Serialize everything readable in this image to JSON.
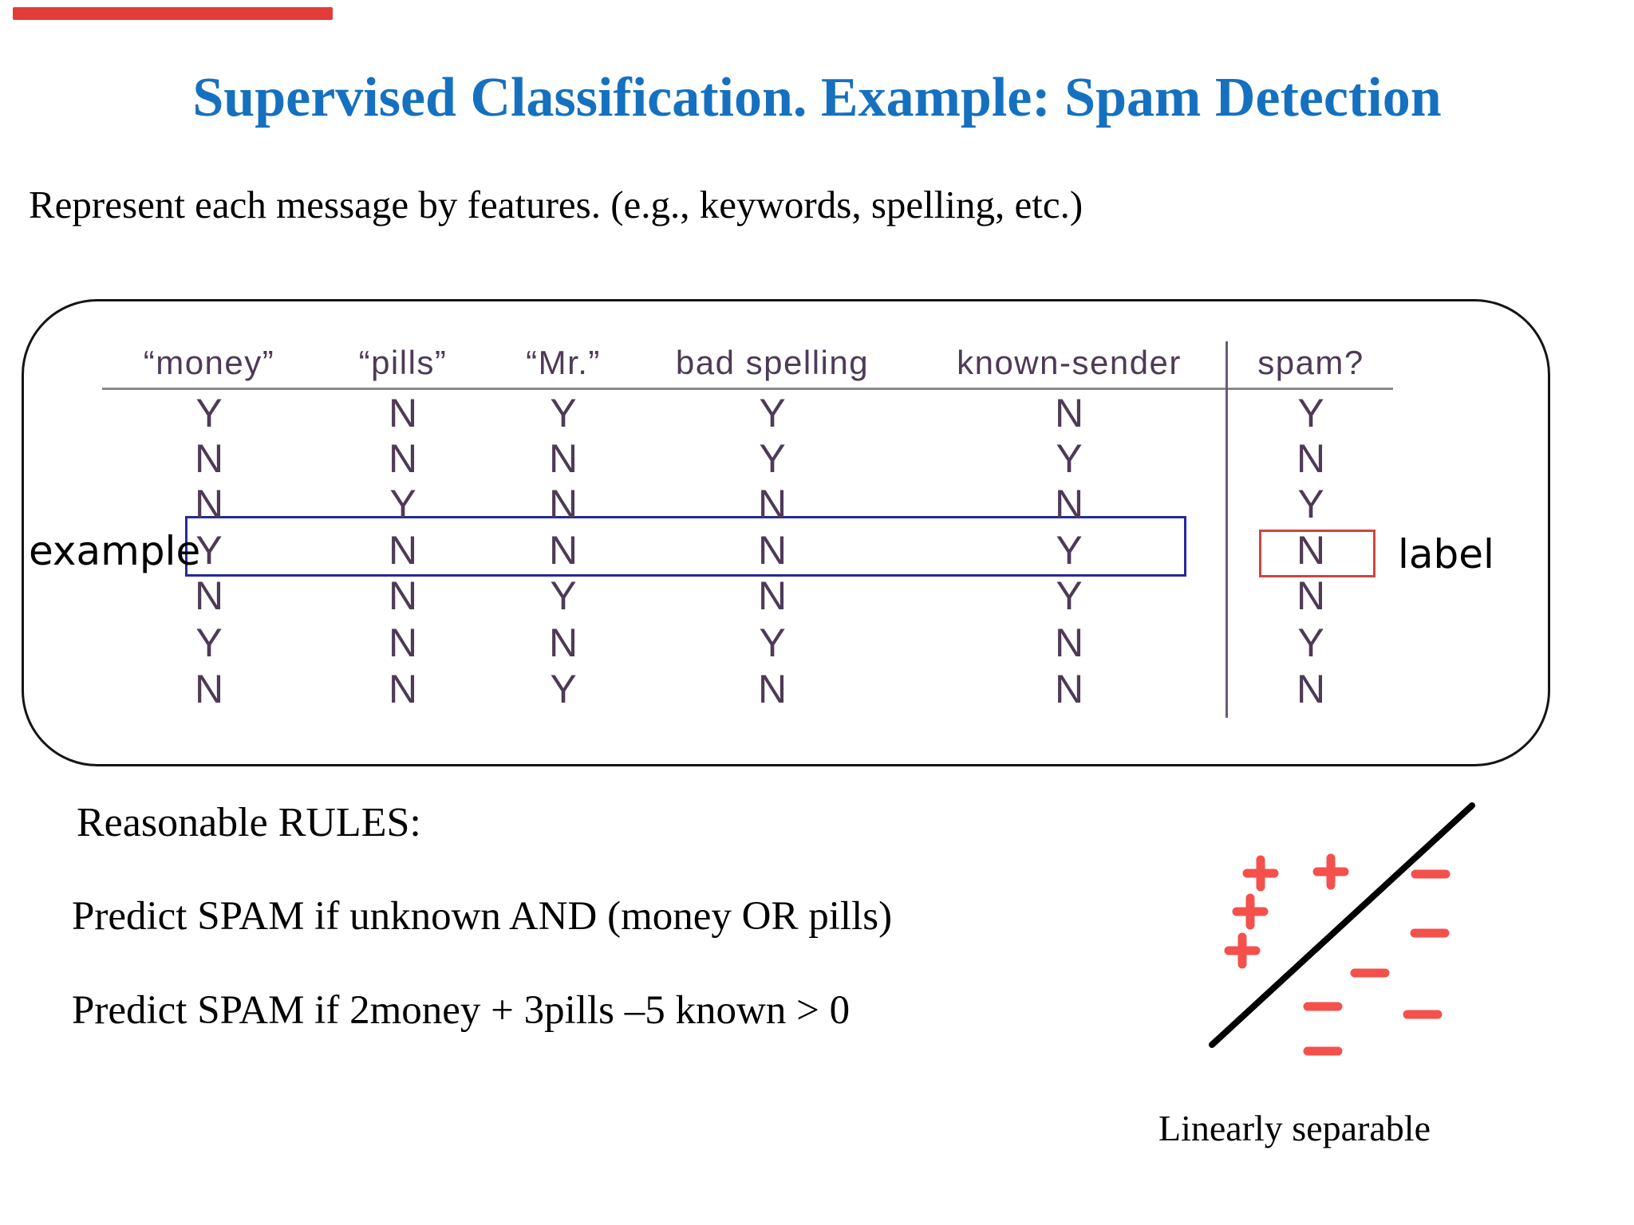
{
  "slide": {
    "title": "Supervised Classification. Example: Spam Detection",
    "subtitle": "Represent each message by features. (e.g., keywords, spelling, etc.)",
    "annotations": {
      "example_text": "example",
      "label_text": "label"
    },
    "rules_heading": "Reasonable RULES:",
    "rules": [
      "Predict SPAM if unknown AND (money OR pills)",
      "Predict SPAM if 2money + 3pills –5 known > 0"
    ],
    "plot_caption": "Linearly separable"
  },
  "table": {
    "headers": [
      "“money”",
      "“pills”",
      "“Mr.”",
      "bad spelling",
      "known-sender",
      "spam?"
    ],
    "rows": [
      [
        "Y",
        "N",
        "Y",
        "Y",
        "N",
        "Y"
      ],
      [
        "N",
        "N",
        "N",
        "Y",
        "Y",
        "N"
      ],
      [
        "N",
        "Y",
        "N",
        "N",
        "N",
        "Y"
      ],
      [
        "Y",
        "N",
        "N",
        "N",
        "Y",
        "N"
      ],
      [
        "N",
        "N",
        "Y",
        "N",
        "Y",
        "N"
      ],
      [
        "Y",
        "N",
        "N",
        "Y",
        "N",
        "Y"
      ],
      [
        "N",
        "N",
        "Y",
        "N",
        "N",
        "N"
      ]
    ],
    "highlight": {
      "example_row_number": 4,
      "example_row_values": [
        "Y",
        "N",
        "N",
        "N",
        "Y"
      ],
      "boxed_label_value": "N"
    }
  },
  "chart_data": {
    "type": "scatter",
    "title": "",
    "caption": "Linearly separable",
    "series": [
      {
        "name": "positive-class",
        "marker": "plus",
        "points": [
          [
            1580,
            1095
          ],
          [
            1668,
            1093
          ],
          [
            1567,
            1143
          ],
          [
            1557,
            1192
          ]
        ]
      },
      {
        "name": "negative-class",
        "marker": "minus",
        "points": [
          [
            1793,
            1096
          ],
          [
            1792,
            1170
          ],
          [
            1717,
            1220
          ],
          [
            1658,
            1262
          ],
          [
            1783,
            1272
          ],
          [
            1658,
            1318
          ]
        ]
      }
    ],
    "separator_line": {
      "x1": 1519,
      "y1": 1310,
      "x2": 1845,
      "y2": 1010
    },
    "legend_position": "none",
    "grid": false
  },
  "colors": {
    "title_blue": "#1571bf",
    "table_text": "#4e3a57",
    "highlight_blue": "#28289a",
    "highlight_red": "#cf4540",
    "scatter_mark": "#f4514c",
    "separator_black": "#000000",
    "progress_bar_red": "#e23c38"
  }
}
